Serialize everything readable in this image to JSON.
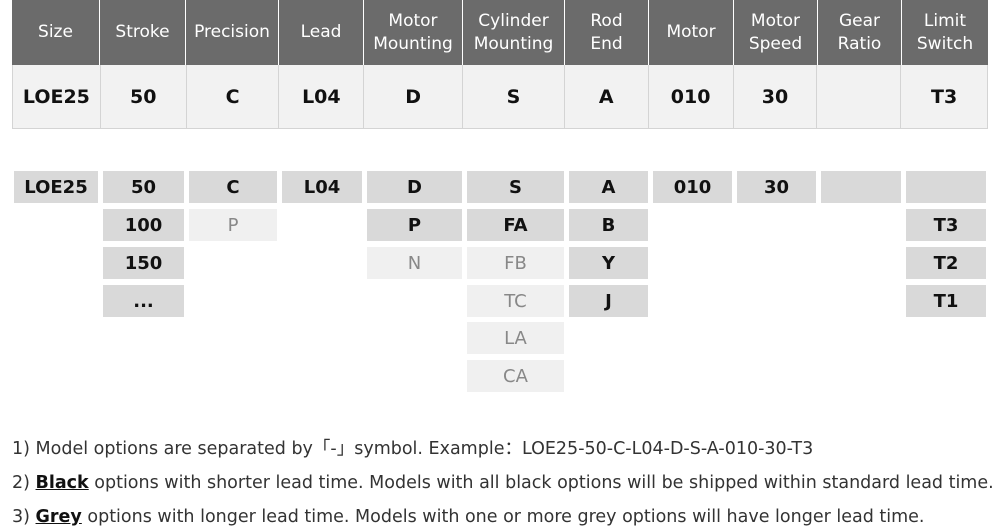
{
  "header": {
    "columns": [
      "Size",
      "Stroke",
      "Precision",
      "Lead",
      "Motor\nMounting",
      "Cylinder\nMounting",
      "Rod\nEnd",
      "Motor",
      "Motor\nSpeed",
      "Gear\nRatio",
      "Limit\nSwitch"
    ],
    "values": [
      "LOE25",
      "50",
      "C",
      "L04",
      "D",
      "S",
      "A",
      "010",
      "30",
      "",
      "T3"
    ]
  },
  "options": {
    "size": [
      {
        "label": "LOE25",
        "tone": "black"
      }
    ],
    "stroke": [
      {
        "label": "50",
        "tone": "black"
      },
      {
        "label": "100",
        "tone": "black"
      },
      {
        "label": "150",
        "tone": "black"
      },
      {
        "label": "...",
        "tone": "black"
      }
    ],
    "precision": [
      {
        "label": "C",
        "tone": "black"
      },
      {
        "label": "P",
        "tone": "grey"
      }
    ],
    "lead": [
      {
        "label": "L04",
        "tone": "black"
      }
    ],
    "motor_mounting": [
      {
        "label": "D",
        "tone": "black"
      },
      {
        "label": "P",
        "tone": "black"
      },
      {
        "label": "N",
        "tone": "grey"
      }
    ],
    "cylinder_mounting": [
      {
        "label": "S",
        "tone": "black"
      },
      {
        "label": "FA",
        "tone": "black"
      },
      {
        "label": "FB",
        "tone": "grey"
      },
      {
        "label": "TC",
        "tone": "grey"
      },
      {
        "label": "LA",
        "tone": "grey"
      },
      {
        "label": "CA",
        "tone": "grey"
      }
    ],
    "rod_end": [
      {
        "label": "A",
        "tone": "black"
      },
      {
        "label": "B",
        "tone": "black"
      },
      {
        "label": "Y",
        "tone": "black"
      },
      {
        "label": "J",
        "tone": "black"
      }
    ],
    "motor": [
      {
        "label": "010",
        "tone": "black"
      }
    ],
    "motor_speed": [
      {
        "label": "30",
        "tone": "black"
      }
    ],
    "gear_ratio": [
      {
        "label": "",
        "tone": "black"
      }
    ],
    "limit_switch": [
      {
        "label": "",
        "tone": "black"
      },
      {
        "label": "T3",
        "tone": "black"
      },
      {
        "label": "T2",
        "tone": "black"
      },
      {
        "label": "T1",
        "tone": "black"
      }
    ]
  },
  "notes": {
    "n1": "1) Model options are separated by「-」symbol. Example：LOE25-50-C-L04-D-S-A-010-30-T3",
    "n2_prefix": "2) ",
    "n2_em": "Black",
    "n2_rest": " options with shorter lead time. Models with all black options will be shipped within standard lead time.",
    "n3_prefix": "3) ",
    "n3_em": "Grey",
    "n3_rest": " options with longer lead time. Models with one or more grey options will have longer lead time."
  }
}
